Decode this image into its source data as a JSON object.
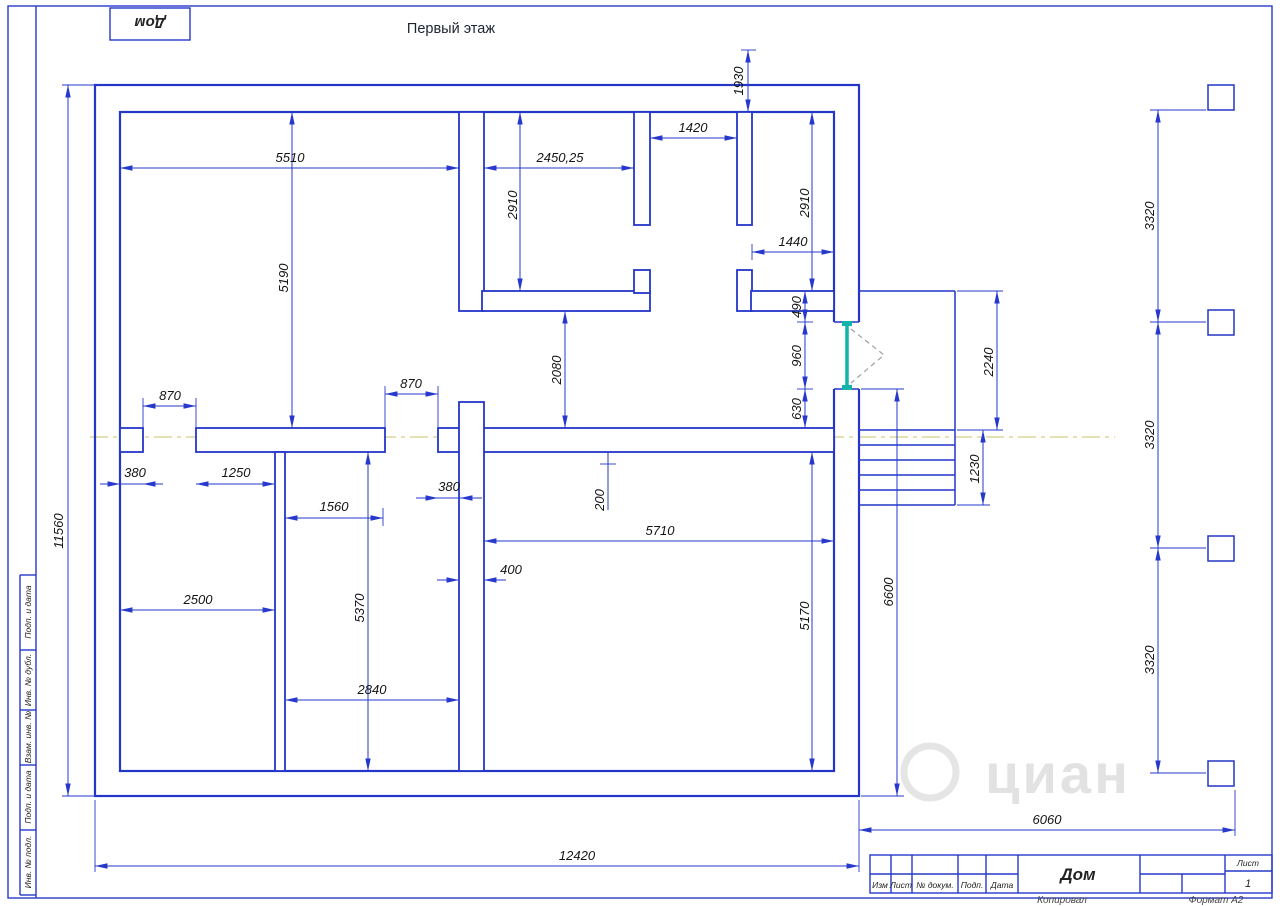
{
  "sheet": {
    "plan_title": "Первый этаж",
    "corner_stamp": "Дом",
    "watermark": "циан"
  },
  "side_column": {
    "cells": [
      "Подп. и дата",
      "Инв. № дубл.",
      "Взам. инв. №",
      "Подп. и дата",
      "Инв. № подл."
    ]
  },
  "title_block": {
    "headers": {
      "izm": "Изм",
      "list": "Лист",
      "doc": "№ докум.",
      "podp": "Подп.",
      "data": "Дата"
    },
    "doc_name": "Дом",
    "sheet_label": "Лист",
    "sheet_number": "1",
    "copied_label": "Копировал",
    "format_label": "Формат  А2"
  },
  "dims": {
    "top_1930": "1930",
    "room1_w": "5510",
    "room2_w": "2450,25",
    "corridor_w": "1420",
    "room2_h": "2910",
    "room3_h": "2910",
    "room3_w": "1440",
    "pier_490": "490",
    "door_960": "960",
    "pier_630": "630",
    "porch_h": "2240",
    "steps_h": "1230",
    "right_6600": "6600",
    "hall_h": "2080",
    "room1_h": "5190",
    "door_870_left": "870",
    "door_870_mid": "870",
    "pier_380_left": "380",
    "pier_1250": "1250",
    "pier_1560": "1560",
    "pier_380_right": "380",
    "wall_400": "400",
    "step_200": "200",
    "room6_w": "5710",
    "room4_w": "2500",
    "room5_w": "2840",
    "room6_h": "5170",
    "room5_h": "5370",
    "total_h": "11560",
    "total_w": "12420",
    "bottom_6060": "6060",
    "col_3320_a": "3320",
    "col_3320_b": "3320",
    "col_3320_c": "3320"
  }
}
